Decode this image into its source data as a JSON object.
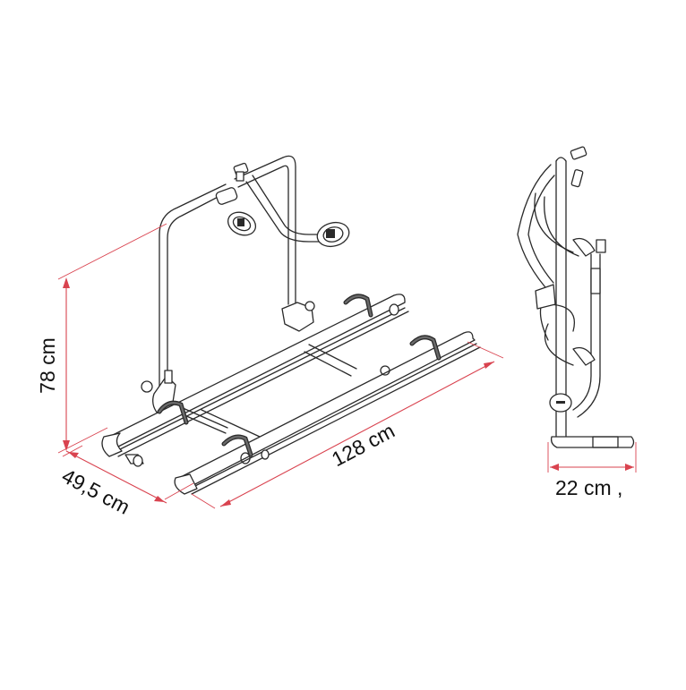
{
  "diagram": {
    "subject": "Bike carrier rack technical drawing",
    "views": [
      {
        "name": "isometric-view",
        "description": "Perspective view of two-rail bike carrier with upright frame and bike clamps"
      },
      {
        "name": "side-view",
        "description": "Side profile of folded carrier"
      }
    ],
    "colors": {
      "dimension_line": "#d9434f",
      "drawing_line": "#2a2a2a",
      "background": "#ffffff",
      "text": "#111111"
    }
  },
  "dimensions": {
    "height": {
      "label": "78 cm",
      "value": 78,
      "unit": "cm"
    },
    "depth": {
      "label": "49,5 cm",
      "value": 49.5,
      "unit": "cm"
    },
    "length": {
      "label": "128 cm",
      "value": 128,
      "unit": "cm"
    },
    "folded_depth": {
      "label": "22 cm",
      "value": 22,
      "unit": "cm",
      "trailing_mark": ","
    }
  }
}
